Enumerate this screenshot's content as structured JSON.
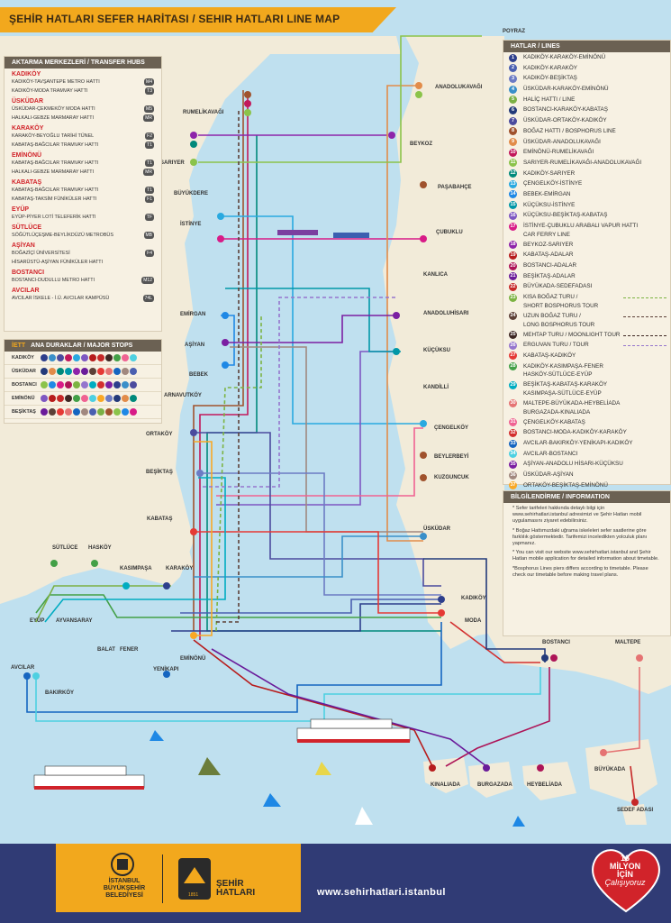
{
  "title": "ŞEHİR HATLARI SEFER HARİTASI / SEHIR HATLARI LINE MAP",
  "colors": {
    "sea": "#bfe0ef",
    "land": "#f2ebd9",
    "accent": "#f2a81d",
    "navy": "#303b75",
    "red": "#d1232a"
  },
  "transfer_hubs": {
    "heading": "AKTARMA MERKEZLERİ / TRANSFER HUBS",
    "groups": [
      {
        "city": "KADIKÖY",
        "lines": [
          "KADIKÖY-TAVŞANTEPE METRO HATTI",
          "KADIKÖY-MODA TRAMVAY HATTI"
        ],
        "badges": [
          "M4",
          "T3"
        ]
      },
      {
        "city": "ÜSKÜDAR",
        "lines": [
          "ÜSKÜDAR-ÇEKMEKÖY MODA HATTI",
          "HALKALI-GEBZE MARMARAY HATTI"
        ],
        "badges": [
          "M5",
          "MR"
        ]
      },
      {
        "city": "KARAKÖY",
        "lines": [
          "KARAKÖY-BEYOĞLU TARİHİ TÜNEL",
          "KABATAŞ-BAĞCILAR TRAMVAY HATTI"
        ],
        "badges": [
          "F2",
          "T1"
        ]
      },
      {
        "city": "EMİNÖNÜ",
        "lines": [
          "KABATAŞ-BAĞCILAR TRAMVAY HATTI",
          "HALKALI-GEBZE MARMARAY HATTI"
        ],
        "badges": [
          "T1",
          "MR"
        ]
      },
      {
        "city": "KABATAŞ",
        "lines": [
          "KABATAŞ-BAĞCILAR TRAMVAY HATTI",
          "KABATAŞ-TAKSİM FÜNİKÜLER HATTI"
        ],
        "badges": [
          "T1",
          "F1"
        ]
      },
      {
        "city": "EYÜP",
        "lines": [
          "EYÜP-PİYER LOTİ TELEFERİK HATTI"
        ],
        "badges": [
          "TF"
        ]
      },
      {
        "city": "SÜTLÜCE",
        "lines": [
          "SÖĞÜTLÜÇEŞME-BEYLİKDÜZÜ METROBÜS"
        ],
        "badges": [
          "MB"
        ]
      },
      {
        "city": "AŞİYAN",
        "lines": [
          "BOĞAZİÇİ ÜNİVERSİTESİ",
          "HİSARÜSTÜ-AŞİYAN FÜNİKÜLER HATTI"
        ],
        "badges": [
          "F4"
        ]
      },
      {
        "city": "BOSTANCI",
        "lines": [
          "BOSTANCI-DUDULLU METRO HATTI"
        ],
        "badges": [
          "M12"
        ]
      },
      {
        "city": "AVCILAR",
        "lines": [
          "AVCILAR İSKELE - İ.Ü. AVCILAR KAMPÜSÜ"
        ],
        "badges": [
          "74L"
        ]
      }
    ]
  },
  "major_stops": {
    "heading": "ANA DURAKLAR / MAJOR STOPS",
    "logo_text": "İETT",
    "rows": [
      "KADIKÖY",
      "ÜSKÜDAR",
      "BOSTANCI",
      "EMİNÖNÜ",
      "BEŞİKTAŞ"
    ]
  },
  "lines": {
    "heading": "HATLAR / LINES",
    "items": [
      {
        "n": "1",
        "label": "KADIKÖY-KARAKÖY-EMİNÖNÜ",
        "color": "#2d3e8c"
      },
      {
        "n": "2",
        "label": "KADIKÖY-KARAKÖY",
        "color": "#4a5fb0"
      },
      {
        "n": "3",
        "label": "KADIKÖY-BEŞİKTAŞ",
        "color": "#6c7bc4"
      },
      {
        "n": "4",
        "label": "ÜSKÜDAR-KARAKÖY-EMİNÖNÜ",
        "color": "#3a8fc9"
      },
      {
        "n": "5",
        "label": "HALİÇ HATTI / LINE",
        "color": "#7bb044"
      },
      {
        "n": "6",
        "label": "BOSTANCI-KARAKÖY-KABATAŞ",
        "color": "#233a7a"
      },
      {
        "n": "7",
        "label": "ÜSKÜDAR-ORTAKÖY-KADIKÖY",
        "color": "#4b4b9e"
      },
      {
        "n": "8",
        "label": "BOĞAZ HATTI / BOSPHORUS LINE",
        "color": "#a0522d"
      },
      {
        "n": "9",
        "label": "ÜSKÜDAR-ANADOLUKAVAĞI",
        "color": "#e28c4a"
      },
      {
        "n": "10",
        "label": "EMİNÖNÜ-RUMELİKAVAĞI",
        "color": "#c2185b"
      },
      {
        "n": "11",
        "label": "SARIYER-RUMELİKAVAĞI-ANADOLUKAVAĞI",
        "color": "#8bc34a"
      },
      {
        "n": "12",
        "label": "KADIKÖY-SARIYER",
        "color": "#00897b"
      },
      {
        "n": "13",
        "label": "ÇENGELKÖY-İSTİNYE",
        "color": "#29a9e0"
      },
      {
        "n": "14",
        "label": "BEBEK-EMİRGAN",
        "color": "#1e88e5"
      },
      {
        "n": "15",
        "label": "KÜÇÜKSU-İSTİNYE",
        "color": "#0097a7"
      },
      {
        "n": "16",
        "label": "KÜÇÜKSU-BEŞİKTAŞ-KABATAŞ",
        "color": "#7e57c2"
      },
      {
        "n": "17",
        "label": "İSTİNYE-ÇUBUKLU ARABALI VAPUR HATTI",
        "label2": "CAR FERRY LINE",
        "color": "#d81b87"
      },
      {
        "n": "18",
        "label": "BEYKOZ-SARIYER",
        "color": "#8e24aa"
      },
      {
        "n": "19",
        "label": "KABATAŞ-ADALAR",
        "color": "#b71c1c"
      },
      {
        "n": "20",
        "label": "BOSTANCI-ADALAR",
        "color": "#ad1457"
      },
      {
        "n": "21",
        "label": "BEŞİKTAŞ-ADALAR",
        "color": "#6a1b9a"
      },
      {
        "n": "22",
        "label": "BÜYÜKADA-SEDEFADASI",
        "color": "#c62828"
      },
      {
        "n": "23",
        "label": "KISA BOĞAZ TURU /",
        "label2": "SHORT BOSPHORUS TOUR",
        "color": "#7cb342",
        "dash": true
      },
      {
        "n": "24",
        "label": "UZUN BOĞAZ TURU /",
        "label2": "LONG BOSPHORUS TOUR",
        "color": "#5d4037",
        "dash": true
      },
      {
        "n": "25",
        "label": "MEHTAP TURU / MOONLIGHT TOUR",
        "color": "#3e2723",
        "dash": true
      },
      {
        "n": "26",
        "label": "ERGUVAN TURU / TOUR",
        "color": "#9575cd",
        "dash": true
      },
      {
        "n": "27",
        "label": "KABATAŞ-KADIKÖY",
        "color": "#e53935"
      },
      {
        "n": "28",
        "label": "KADIKÖY-KASIMPAŞA-FENER",
        "label2": "HASKÖY-SÜTLÜCE-EYÜP",
        "color": "#43a047"
      },
      {
        "n": "29",
        "label": "BEŞİKTAŞ-KABATAŞ-KARAKÖY",
        "label2": "KASIMPAŞA-SÜTLÜCE-EYÜP",
        "color": "#00acc1"
      },
      {
        "n": "30",
        "label": "MALTEPE-BÜYÜKADA-HEYBELİADA",
        "label2": "BURGAZADA-KINALIADA",
        "color": "#e57373"
      },
      {
        "n": "31",
        "label": "ÇENGELKÖY-KABATAŞ",
        "color": "#f06292"
      },
      {
        "n": "32",
        "label": "BOSTANCI-MODA-KADIKÖY-KARAKÖY",
        "color": "#d32f2f"
      },
      {
        "n": "33",
        "label": "AVCILAR-BAKIRKÖY-YENİKAPI-KADIKÖY",
        "color": "#1565c0"
      },
      {
        "n": "34",
        "label": "AVCILAR-BOSTANCI",
        "color": "#4dd0e1"
      },
      {
        "n": "35",
        "label": "AŞİYAN-ANADOLU HİSARI-KÜÇÜKSU",
        "color": "#7b1fa2"
      },
      {
        "n": "36",
        "label": "ÜSKÜDAR-AŞİYAN",
        "color": "#a1887f"
      },
      {
        "n": "37",
        "label": "ORTAKÖY-BEŞİKTAŞ-EMİNÖNÜ",
        "color": "#f9a825"
      }
    ]
  },
  "information": {
    "heading": "BİLGİLENDİRME / INFORMATION",
    "paragraphs": [
      "* Sefer tarifeleri hakkında detaylı bilgi için www.sehirhatlari.istanbul adresimizi ve Şehir Hatları mobil uygulamasını ziyaret edebilirsiniz.",
      "* Boğaz Hattımızdaki uğrama iskeleleri sefer saatlerine göre farklılık göstermektedir. Tarifemizi inceledikten yolculuk planı yapmanız.",
      "* You can visit our website www.sehirhatlari.istanbul and Şehir Hatları mobile application for detailed information about timetable.",
      "*Bosphorus Lines piers differs according to timetable. Please check our timetable before making travel plans."
    ]
  },
  "piers": {
    "poyraz": "POYRAZ",
    "anadolukavagi": "ANADOLUKAVAĞI",
    "rumelikavagi": "RUMELİKAVAĞI",
    "sariyer": "SARIYER",
    "beykoz": "BEYKOZ",
    "buyukdere": "BÜYÜKDERE",
    "pasabahce": "PAŞABAHÇE",
    "istinye": "İSTİNYE",
    "cubuklu": "ÇUBUKLU",
    "kanlica": "KANLICA",
    "emirgan": "EMİRGAN",
    "anadoluhisari": "ANADOLUHİSARI",
    "asiyan": "AŞİYAN",
    "kucuksu": "KÜÇÜKSU",
    "bebek": "BEBEK",
    "kandilli": "KANDİLLİ",
    "arnavutkoy": "ARNAVUTKÖY",
    "cengelkoy": "ÇENGELKÖY",
    "ortakoy": "ORTAKÖY",
    "beylerbeyi": "BEYLERBEYİ",
    "besiktas": "BEŞİKTAŞ",
    "kuzguncuk": "KUZGUNCUK",
    "kabatas": "KABATAŞ",
    "uskudar": "ÜSKÜDAR",
    "sutluce": "SÜTLÜCE",
    "haskoy": "HASKÖY",
    "kasimpasa": "KASIMPAŞA",
    "karakoy": "KARAKÖY",
    "kadikoy": "KADIKÖY",
    "eyup": "EYÜP",
    "ayvansaray": "AYVANSARAY",
    "balat": "BALAT",
    "fener": "FENER",
    "moda": "MODA",
    "eminonu": "EMİNÖNÜ",
    "bostanci": "BOSTANCI",
    "maltepe": "MALTEPE",
    "yenikapi": "YENİKAPI",
    "avcilar": "AVCILAR",
    "bakirkoy": "BAKIRKÖY",
    "buyukada": "BÜYÜKADA",
    "kinaliada": "KINALIADA",
    "burgazada": "BURGAZADA",
    "heybeliada": "HEYBELİADA",
    "sedefadasi": "SEDEF ADASI"
  },
  "footer": {
    "ibb": "İSTANBUL BÜYÜKŞEHİR BELEDİYESİ",
    "brand_line1": "ŞEHİR",
    "brand_line2": "HATLARI",
    "brand_year": "1851",
    "url": "www.sehirhatlari.istanbul",
    "badge_line1": "16",
    "badge_line2": "MİLYON",
    "badge_line3": "İÇİN",
    "badge_line4": "Çalışıyoruz"
  }
}
